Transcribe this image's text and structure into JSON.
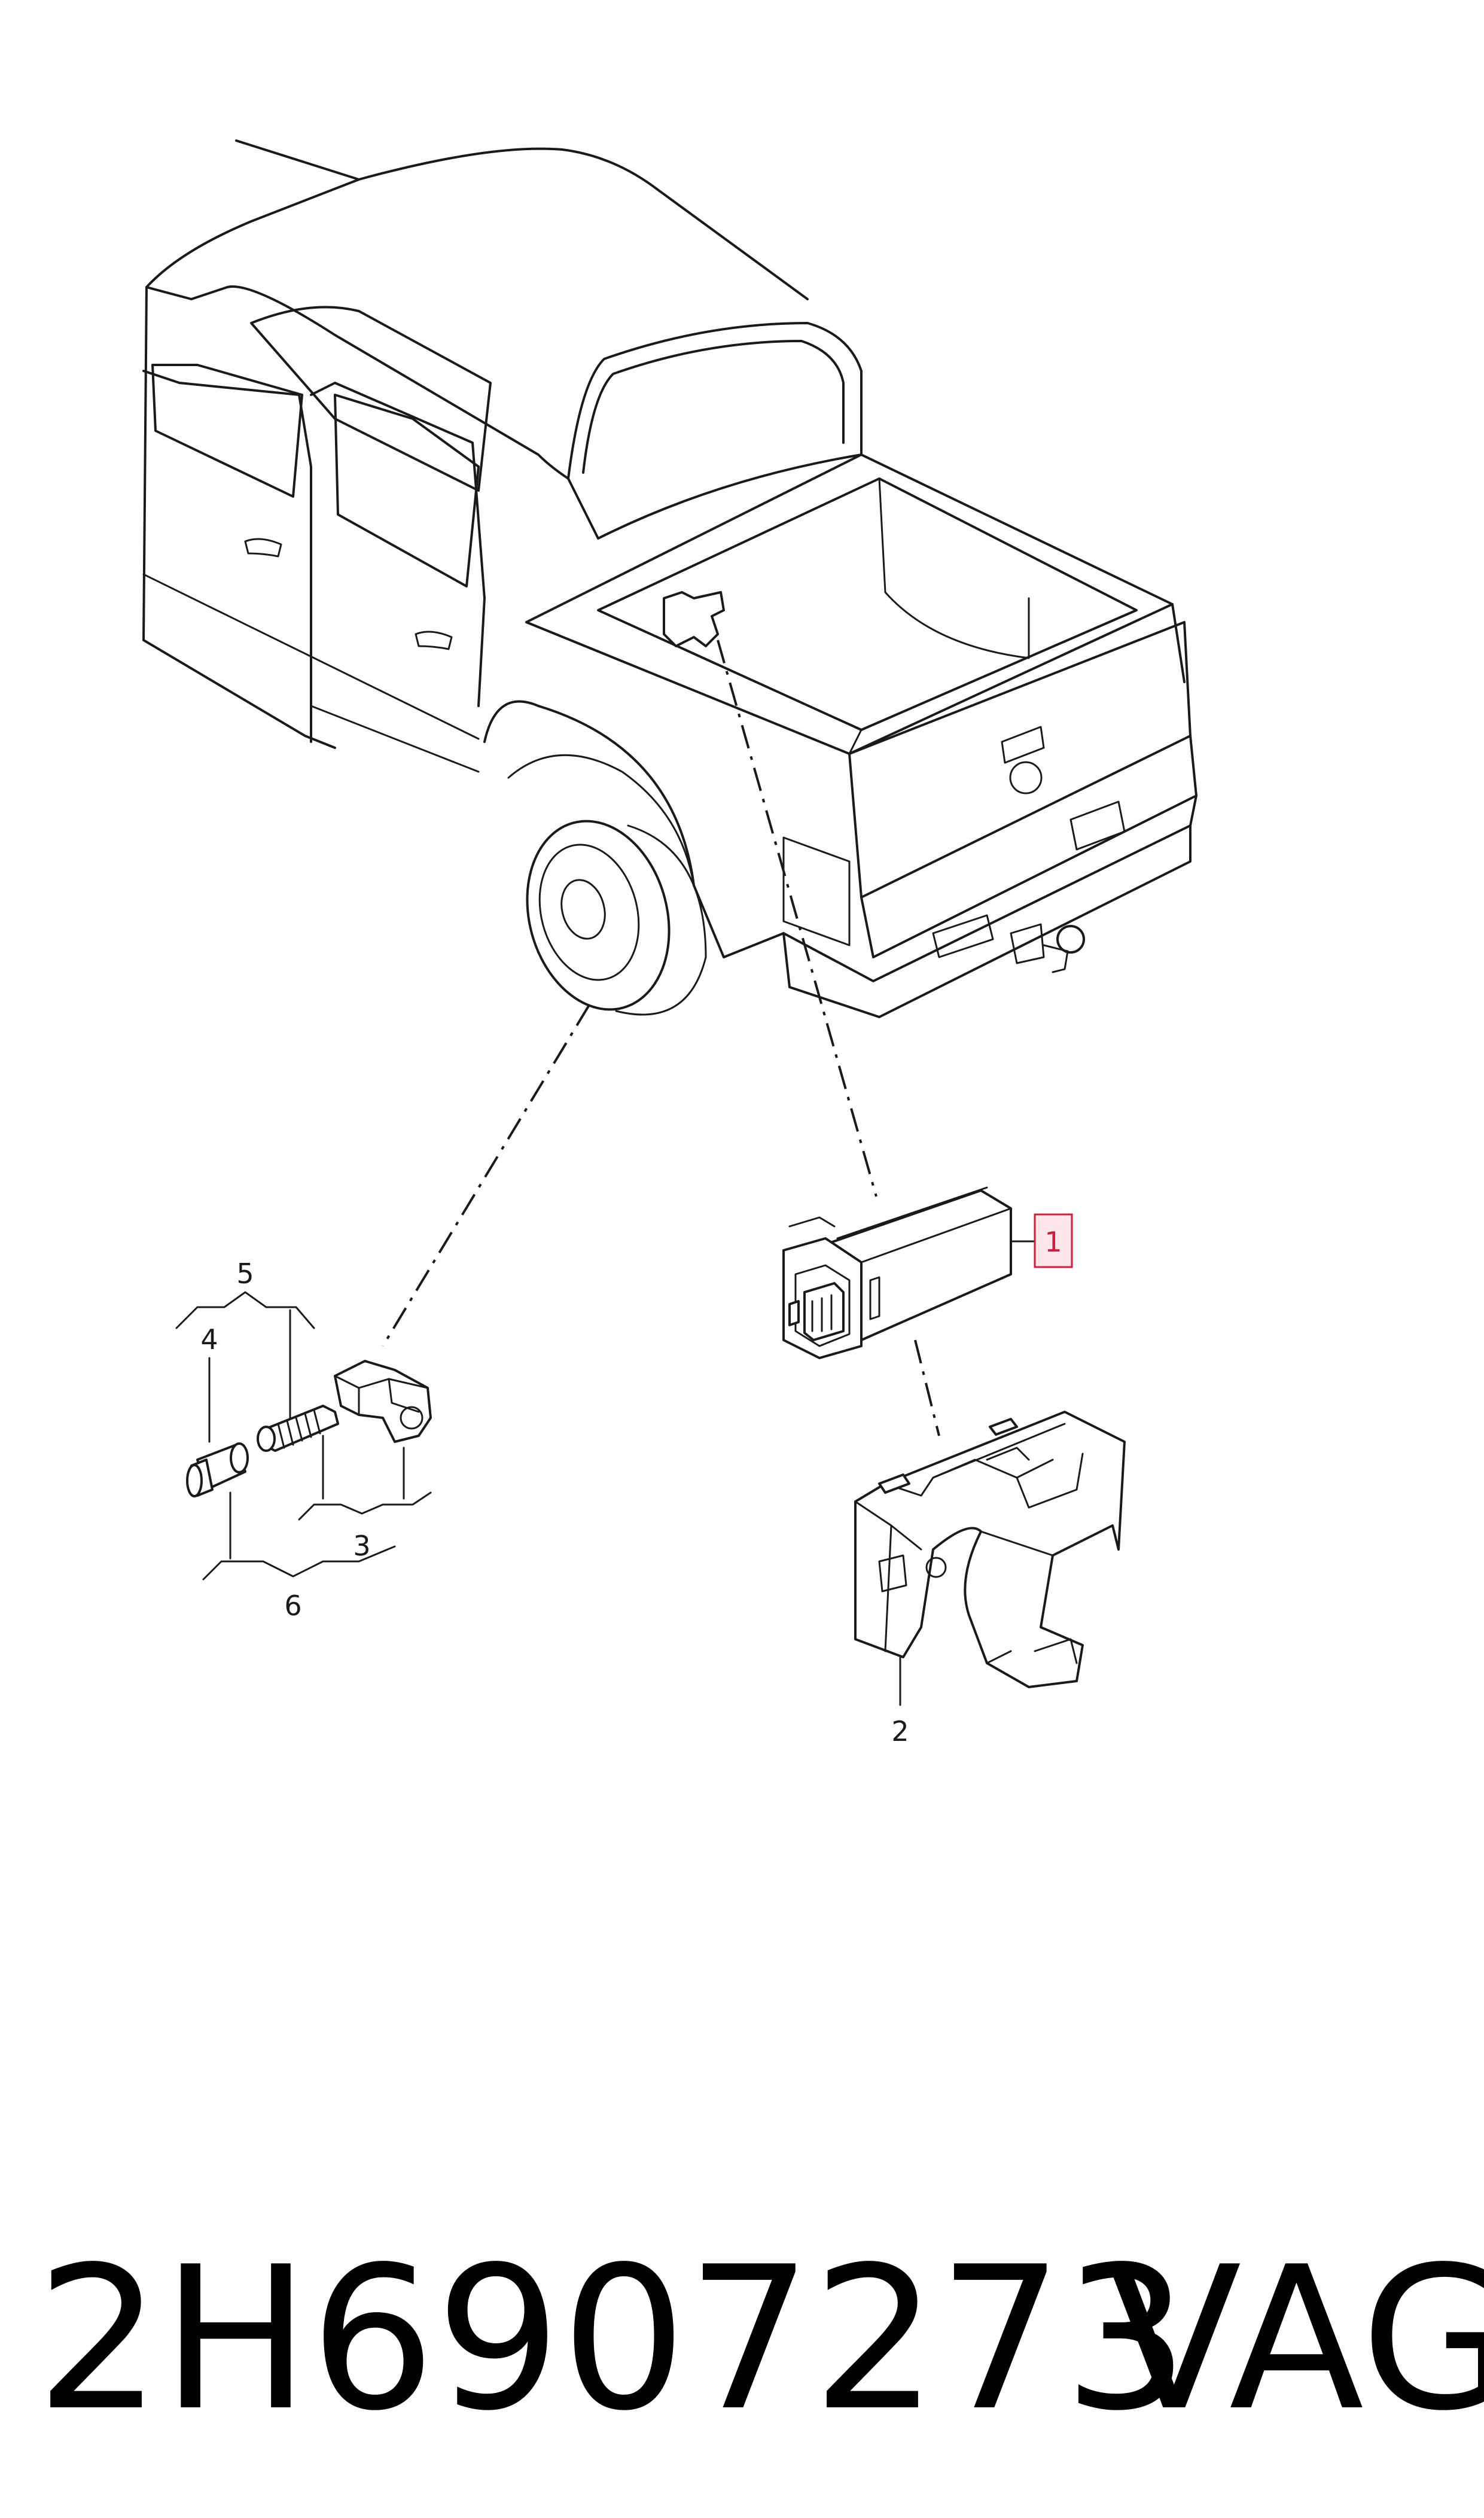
{
  "callouts": {
    "c1": "1",
    "c2": "2",
    "c3": "3",
    "c4": "4",
    "c5": "5",
    "c6": "6"
  },
  "highlight_color": "#d81b3a",
  "footer": {
    "part_number": "2H6907273",
    "brand": "VAG"
  }
}
